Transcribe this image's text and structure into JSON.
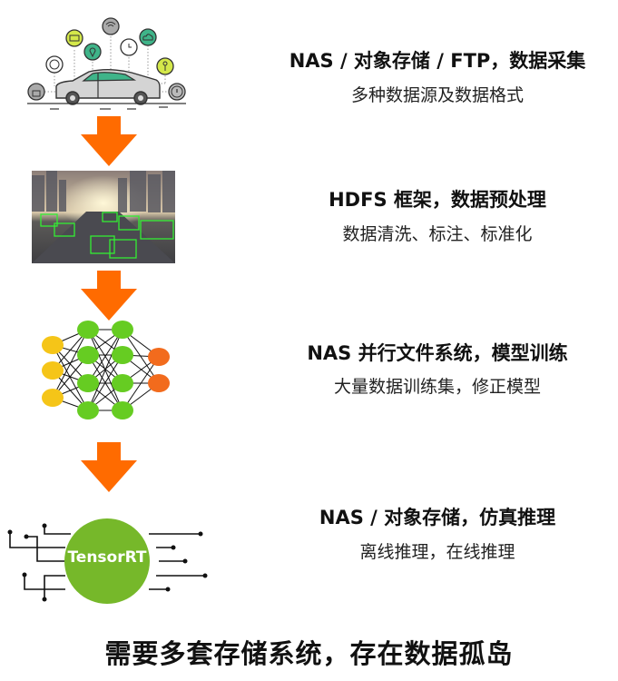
{
  "colors": {
    "arrow": "#ff6b00",
    "tensorrt_green": "#76b82a",
    "node_yellow": "#f5c518",
    "node_green": "#66cc22",
    "node_orange": "#f26b1d",
    "bbox_green": "#33ee33",
    "icon_teal": "#3fb489",
    "icon_lime": "#d4e84a"
  },
  "stages": [
    {
      "illustration": "connected-car",
      "title": "NAS / 对象存储 / FTP，数据采集",
      "subtitle": "多种数据源及数据格式"
    },
    {
      "illustration": "traffic-detection-photo",
      "title": "HDFS 框架，数据预处理",
      "subtitle": "数据清洗、标注、标准化"
    },
    {
      "illustration": "neural-network",
      "title": "NAS 并行文件系统，模型训练",
      "subtitle": "大量数据训练集，修正模型"
    },
    {
      "illustration": "tensorrt",
      "badge": "TensorRT",
      "title": "NAS / 对象存储，仿真推理",
      "subtitle": "离线推理，在线推理"
    }
  ],
  "footer": "需要多套存储系统，存在数据孤岛"
}
